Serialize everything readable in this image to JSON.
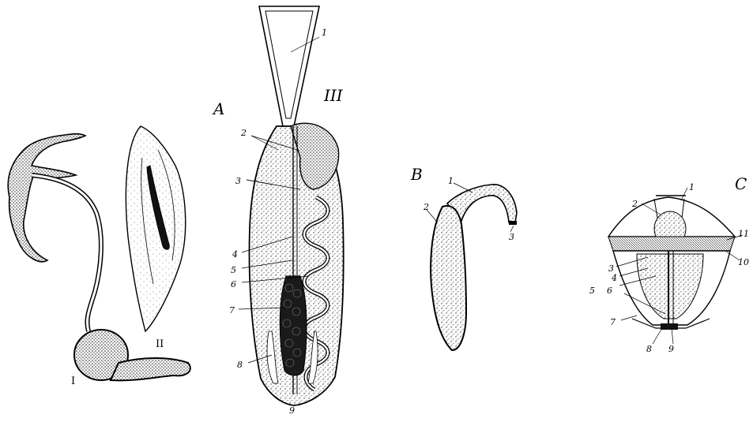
{
  "figure": {
    "panel_A": {
      "letter": "A",
      "specimens": [
        {
          "roman": "I"
        },
        {
          "roman": "II"
        },
        {
          "roman": "III",
          "callouts": [
            "1",
            "2",
            "3",
            "4",
            "5",
            "6",
            "7",
            "8",
            "9"
          ]
        }
      ]
    },
    "panel_B": {
      "letter": "B",
      "callouts": [
        "1",
        "2",
        "3"
      ]
    },
    "panel_C": {
      "letter": "C",
      "callouts": [
        "1",
        "2",
        "3",
        "4",
        "5",
        "6",
        "7",
        "8",
        "9",
        "10",
        "11"
      ]
    }
  }
}
